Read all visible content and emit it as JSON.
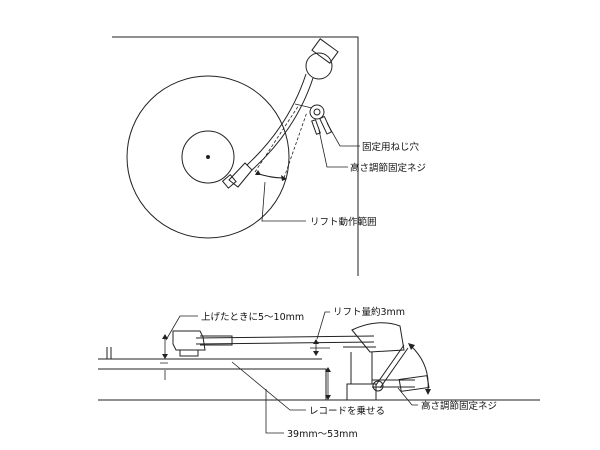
{
  "top_view": {
    "labels": {
      "mount_screw_hole": "固定用ねじ穴",
      "height_screw": "高さ調節固定ネジ",
      "lift_range": "リフト動作範囲"
    }
  },
  "side_view": {
    "labels": {
      "raised_height": "上げたときに5～10mm",
      "lift_amount": "リフト量約3mm",
      "record_placed": "レコードを乗せる",
      "height_screw": "高さ調節固定ネジ",
      "height_range": "39mm～53mm"
    }
  }
}
